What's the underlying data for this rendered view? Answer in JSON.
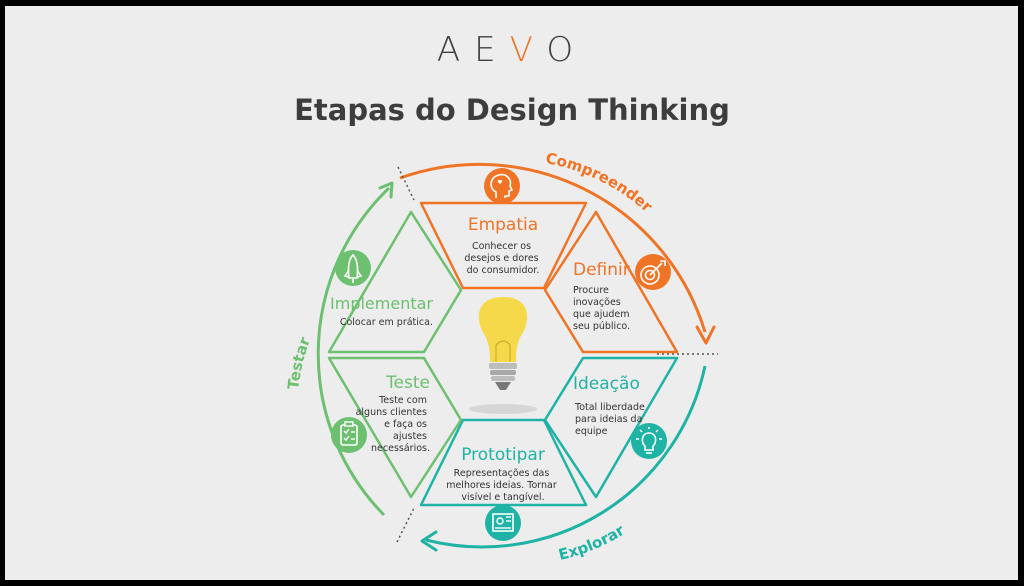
{
  "logo": {
    "left": "AE",
    "mark": "V",
    "right": "O"
  },
  "title": "Etapas do Design Thinking",
  "phases": {
    "understand": "Compreender",
    "explore": "Explorar",
    "test": "Testar"
  },
  "stages": {
    "empatia": {
      "title": "Empatia",
      "lines": [
        "Conhecer os",
        "desejos e dores",
        "do consumidor."
      ]
    },
    "definir": {
      "title": "Definir",
      "lines": [
        "Procure",
        "inovações",
        "que ajudem",
        "seu público."
      ]
    },
    "ideacao": {
      "title": "Ideação",
      "lines": [
        "Total liberdade",
        "para ideias da",
        "equipe"
      ]
    },
    "prototipar": {
      "title": "Prototipar",
      "lines": [
        "Representações das",
        "melhores ideias. Tornar",
        "visível e tangível."
      ]
    },
    "teste": {
      "title": "Teste",
      "lines": [
        "Teste com",
        "alguns clientes",
        "e faça os",
        "ajustes",
        "necessários."
      ]
    },
    "implementar": {
      "title": "Implementar",
      "lines": [
        "Colocar em prática."
      ]
    }
  },
  "colors": {
    "orange": "#ef7426",
    "teal": "#1fb3a6",
    "green": "#6cc070",
    "dark": "#3d3d3d",
    "bulb": "#f6d94a"
  },
  "icons": [
    "head-heart-icon",
    "target-icon",
    "lightbulb-icon",
    "blueprint-icon",
    "checklist-icon",
    "rocket-icon"
  ]
}
